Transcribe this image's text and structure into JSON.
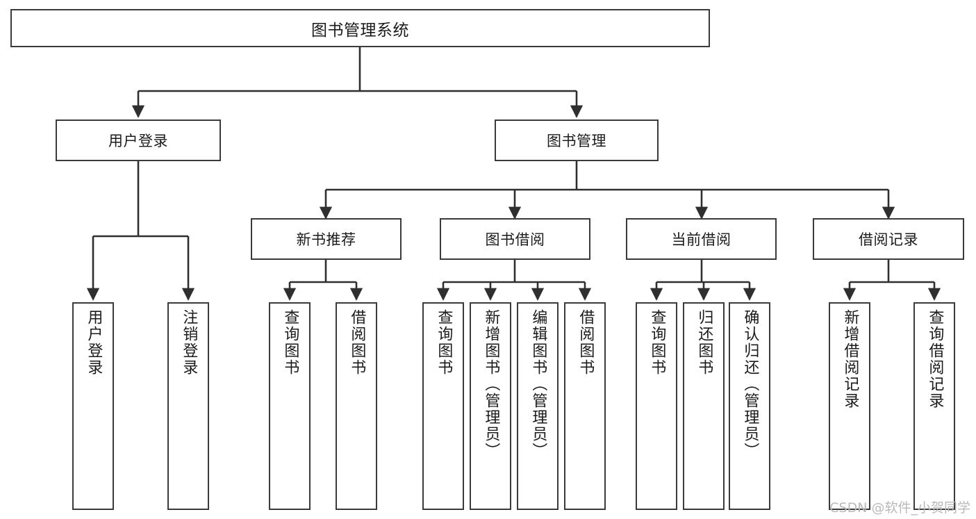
{
  "diagram": {
    "title": "图书管理系统",
    "type": "tree-hierarchy-diagram",
    "edge_style": "orthogonal-with-arrowheads",
    "colors": {
      "box_border": "#3a3a3a",
      "box_fill": "#ffffff",
      "connector": "#2f2f2f",
      "text": "#1b1b1b",
      "background": "#ffffff",
      "watermark": "#b9b9b9"
    },
    "nodes": {
      "root": {
        "label": "图书管理系统"
      },
      "level2": [
        {
          "label": "用户登录"
        },
        {
          "label": "图书管理"
        }
      ],
      "level3": [
        {
          "label": "新书推荐"
        },
        {
          "label": "图书借阅"
        },
        {
          "label": "当前借阅"
        },
        {
          "label": "借阅记录"
        }
      ],
      "leaves": [
        {
          "label": "用户登录",
          "parent": "用户登录"
        },
        {
          "label": "注销登录",
          "parent": "用户登录"
        },
        {
          "label": "查询图书",
          "parent": "新书推荐"
        },
        {
          "label": "借阅图书",
          "parent": "新书推荐"
        },
        {
          "label": "查询图书",
          "parent": "图书借阅"
        },
        {
          "label": "新增图书（管理员）",
          "parent": "图书借阅"
        },
        {
          "label": "编辑图书（管理员）",
          "parent": "图书借阅"
        },
        {
          "label": "借阅图书",
          "parent": "图书借阅"
        },
        {
          "label": "查询图书",
          "parent": "当前借阅"
        },
        {
          "label": "归还图书",
          "parent": "当前借阅"
        },
        {
          "label": "确认归还（管理员）",
          "parent": "当前借阅"
        },
        {
          "label": "新增借阅记录",
          "parent": "借阅记录"
        },
        {
          "label": "查询借阅记录",
          "parent": "借阅记录"
        }
      ]
    }
  },
  "watermark": {
    "text": "CSDN @软件_小贺同学"
  }
}
